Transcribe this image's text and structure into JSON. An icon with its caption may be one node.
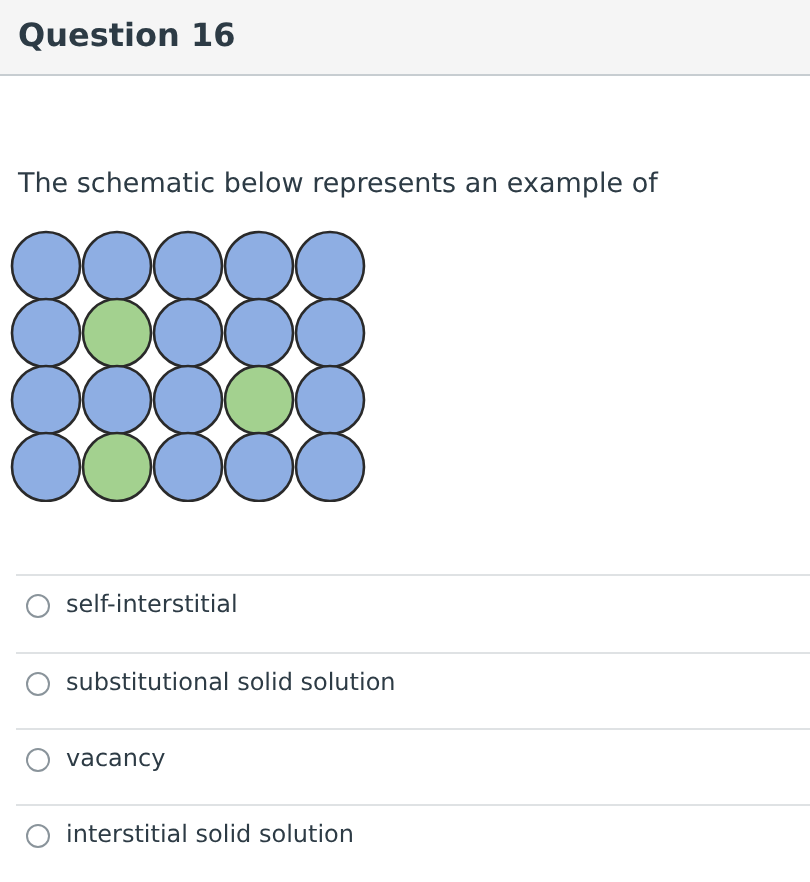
{
  "diagram": {
    "title": "Question 16",
    "labels": [
      "The schematic below represents an example of",
      "self-interstitial",
      "substitutional solid solution",
      "vacancy",
      "interstitial solid solution"
    ]
  }
}
